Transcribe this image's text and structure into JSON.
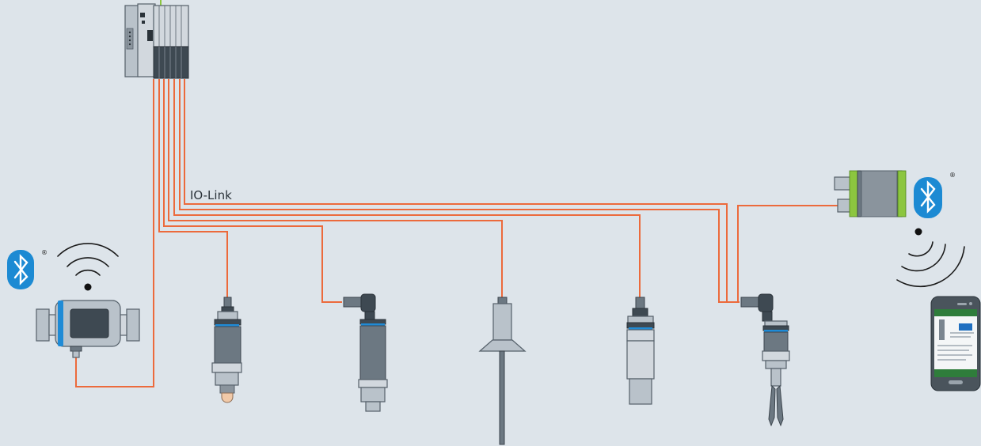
{
  "labels": {
    "io_link": "IO-Link",
    "registered_mark": "®"
  },
  "colors": {
    "background": "#dde4ea",
    "cable": "#ec6a3c",
    "bluetooth": "#1c8ad3",
    "housing_dark": "#3e4952",
    "housing_light": "#b9c2ca",
    "accent_green": "#8cc63f"
  },
  "icons": {
    "controller": "io-link-master-icon",
    "flowmeter": "flowmeter-icon",
    "bluetooth": "bluetooth-icon",
    "wireless": "wireless-signal-icon",
    "smartphone": "smartphone-icon",
    "gateway": "bluetooth-gateway-icon"
  },
  "devices": [
    {
      "kind": "flowmeter",
      "icon": "flowmeter-icon"
    },
    {
      "kind": "temperature-sensor",
      "icon": "temperature-sensor-icon"
    },
    {
      "kind": "pressure-transmitter",
      "icon": "pressure-transmitter-icon"
    },
    {
      "kind": "hygienic-probe",
      "icon": "hygienic-probe-icon"
    },
    {
      "kind": "level-sensor",
      "icon": "level-sensor-icon"
    },
    {
      "kind": "vibronic-switch",
      "icon": "vibronic-switch-icon"
    }
  ]
}
